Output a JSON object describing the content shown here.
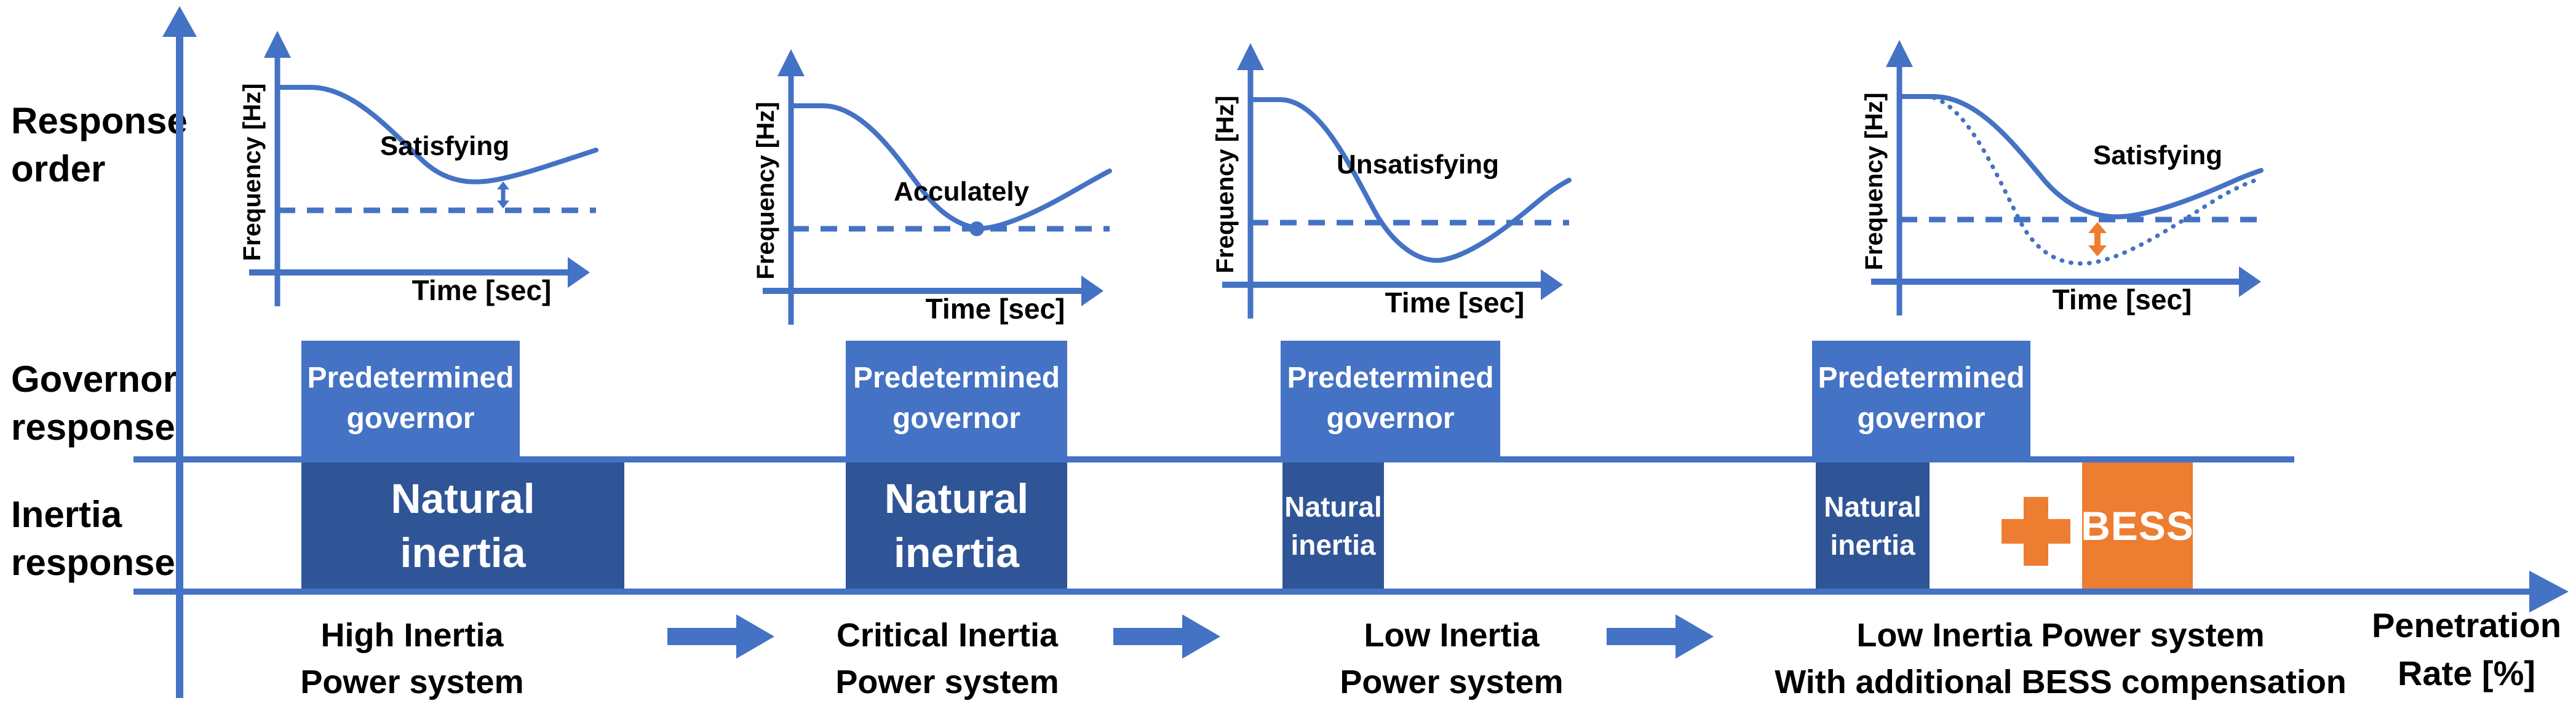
{
  "left_labels": {
    "response_order": [
      "Response",
      "order"
    ],
    "governor_response": [
      "Governor",
      "response"
    ],
    "inertia_response": [
      "Inertia",
      "response"
    ]
  },
  "x_axis_label": [
    "Penetration",
    "Rate [%]"
  ],
  "charts": [
    {
      "y_label": "Frequency [Hz]",
      "x_label": "Time [sec]",
      "annotation": "Satisfying"
    },
    {
      "y_label": "Frequency [Hz]",
      "x_label": "Time [sec]",
      "annotation": "Acculately"
    },
    {
      "y_label": "Frequency [Hz]",
      "x_label": "Time [sec]",
      "annotation": "Unsatisfying"
    },
    {
      "y_label": "Frequency [Hz]",
      "x_label": "Time [sec]",
      "annotation": "Satisfying"
    }
  ],
  "groups": [
    {
      "governor": [
        "Predetermined",
        "governor"
      ],
      "inertia": [
        "Natural",
        "inertia"
      ],
      "caption": [
        "High Inertia",
        "Power system"
      ]
    },
    {
      "governor": [
        "Predetermined",
        "governor"
      ],
      "inertia": [
        "Natural",
        "inertia"
      ],
      "caption": [
        "Critical Inertia",
        "Power system"
      ]
    },
    {
      "governor": [
        "Predetermined",
        "governor"
      ],
      "inertia": [
        "Natural",
        "inertia"
      ],
      "caption": [
        "Low Inertia",
        "Power system"
      ]
    },
    {
      "governor": [
        "Predetermined",
        "governor"
      ],
      "inertia": [
        "Natural",
        "inertia"
      ],
      "bess": "BESS",
      "caption": [
        "Low Inertia Power system",
        "With additional BESS compensation"
      ]
    }
  ],
  "colors": {
    "primary_blue": "#4472C4",
    "dark_blue": "#2F5597",
    "orange": "#ED7D31",
    "text_black": "#000000",
    "text_white": "#FFFFFF"
  },
  "chart_data": [
    {
      "type": "line",
      "x_label": "Time [sec]",
      "y_label": "Frequency [Hz]",
      "annotation": "Satisfying",
      "legend_position": "none",
      "grid": false,
      "series": [
        {
          "name": "frequency response",
          "style": "solid",
          "shape": "plateau, drop after disturbance, nadir above frequency limit, recovery"
        },
        {
          "name": "frequency limit",
          "style": "dashed",
          "shape": "horizontal reference line"
        }
      ],
      "markers": [
        "small blue double-headed arrow between nadir and limit"
      ]
    },
    {
      "type": "line",
      "x_label": "Time [sec]",
      "y_label": "Frequency [Hz]",
      "annotation": "Acculately",
      "legend_position": "none",
      "grid": false,
      "series": [
        {
          "name": "frequency response",
          "style": "solid",
          "shape": "plateau, drop, nadir exactly touching frequency limit, recovery"
        },
        {
          "name": "frequency limit",
          "style": "dashed",
          "shape": "horizontal reference line"
        }
      ],
      "markers": [
        "filled blue dot where nadir meets the limit line"
      ]
    },
    {
      "type": "line",
      "x_label": "Time [sec]",
      "y_label": "Frequency [Hz]",
      "annotation": "Unsatisfying",
      "legend_position": "none",
      "grid": false,
      "series": [
        {
          "name": "frequency response",
          "style": "solid",
          "shape": "plateau, steep drop, nadir below frequency limit, recovery"
        },
        {
          "name": "frequency limit",
          "style": "dashed",
          "shape": "horizontal reference line"
        }
      ],
      "markers": []
    },
    {
      "type": "line",
      "x_label": "Time [sec]",
      "y_label": "Frequency [Hz]",
      "annotation": "Satisfying",
      "legend_position": "none",
      "grid": false,
      "series": [
        {
          "name": "compensated frequency response",
          "style": "solid",
          "shape": "plateau, drop, nadir held at frequency limit by BESS, recovery"
        },
        {
          "name": "uncompensated frequency response",
          "style": "dotted",
          "shape": "steeper drop, nadir below frequency limit, recovery"
        },
        {
          "name": "frequency limit",
          "style": "dashed",
          "shape": "horizontal reference line"
        }
      ],
      "markers": [
        "orange double-headed arrow showing BESS compensation between limit and dotted nadir"
      ]
    }
  ]
}
